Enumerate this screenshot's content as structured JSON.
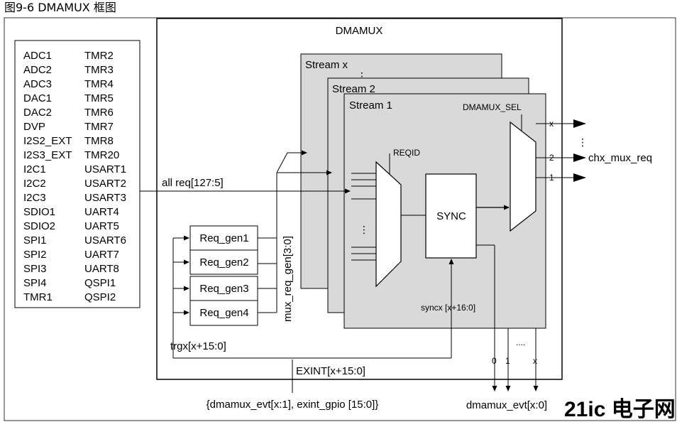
{
  "caption": "图9-6 DMAMUX 框图",
  "dmamux_label": "DMAMUX",
  "sources_left": [
    "ADC1",
    "ADC2",
    "ADC3",
    "DAC1",
    "DAC2",
    "DVP",
    "I2S2_EXT",
    "I2S3_EXT",
    "I2C1",
    "I2C2",
    "I2C3",
    "SDIO1",
    "SDIO2",
    "SPI1",
    "SPI2",
    "SPI3",
    "SPI4",
    "TMR1"
  ],
  "sources_right": [
    "TMR2",
    "TMR3",
    "TMR4",
    "TMR5",
    "TMR6",
    "TMR7",
    "TMR8",
    "TMR20",
    "USART1",
    "USART2",
    "USART3",
    "UART4",
    "UART5",
    "USART6",
    "UART7",
    "UART8",
    "QSPI1",
    "QSPI2"
  ],
  "streams": [
    "Stream x",
    "Stream 2",
    "Stream 1"
  ],
  "req_gens": [
    "Req_gen1",
    "Req_gen2",
    "Req_gen3",
    "Req_gen4"
  ],
  "labels": {
    "all_req": "all req[127:5]",
    "mux_req_gen": "mux_req_gen[3:0]",
    "reqid": "REQID",
    "dmamux_sel": "DMAMUX_SEL",
    "sync": "SYNC",
    "syncx": "syncx [x+16:0]",
    "trgx": "trgx[x+15:0]",
    "exint": "EXINT[x+15:0]",
    "dmamux_evt_in": "{dmamux_evt[x:1], exint_gpio [15:0]}",
    "dmamux_evt_out": "dmamux_evt[x:0]",
    "chx_mux_req": "chx_mux_req",
    "out_x": "x",
    "out_2": "2",
    "out_1": "1",
    "evt_0": "0",
    "evt_1": "1",
    "evt_x": "x",
    "dots": "⋮",
    "hdots": "....",
    "watermark": "21ic 电子网"
  },
  "colors": {
    "stream_fill": "#d9d9d9",
    "line": "#000000",
    "watermark": "#c8c8c8"
  }
}
